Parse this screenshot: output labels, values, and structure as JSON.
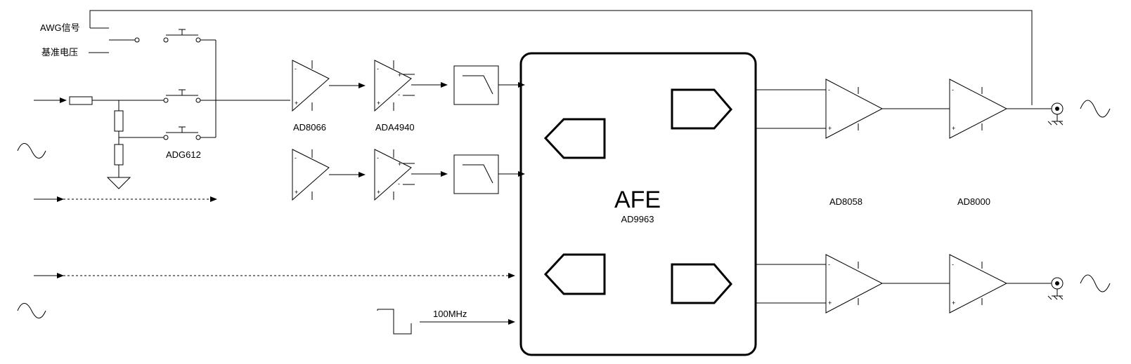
{
  "labels": {
    "awg_signal": "AWG信号",
    "reference_voltage": "基准电压",
    "switch_chip": "ADG612",
    "opamp_1": "AD8066",
    "diff_amp": "ADA4940",
    "afe_title": "AFE",
    "afe_part": "AD9963",
    "output_amp_1": "AD8058",
    "output_amp_2": "AD8000",
    "clock_freq": "100MHz"
  },
  "opamp_pins": {
    "minus": "-",
    "plus": "+"
  },
  "colors": {
    "stroke": "#000000",
    "background": "#ffffff"
  }
}
